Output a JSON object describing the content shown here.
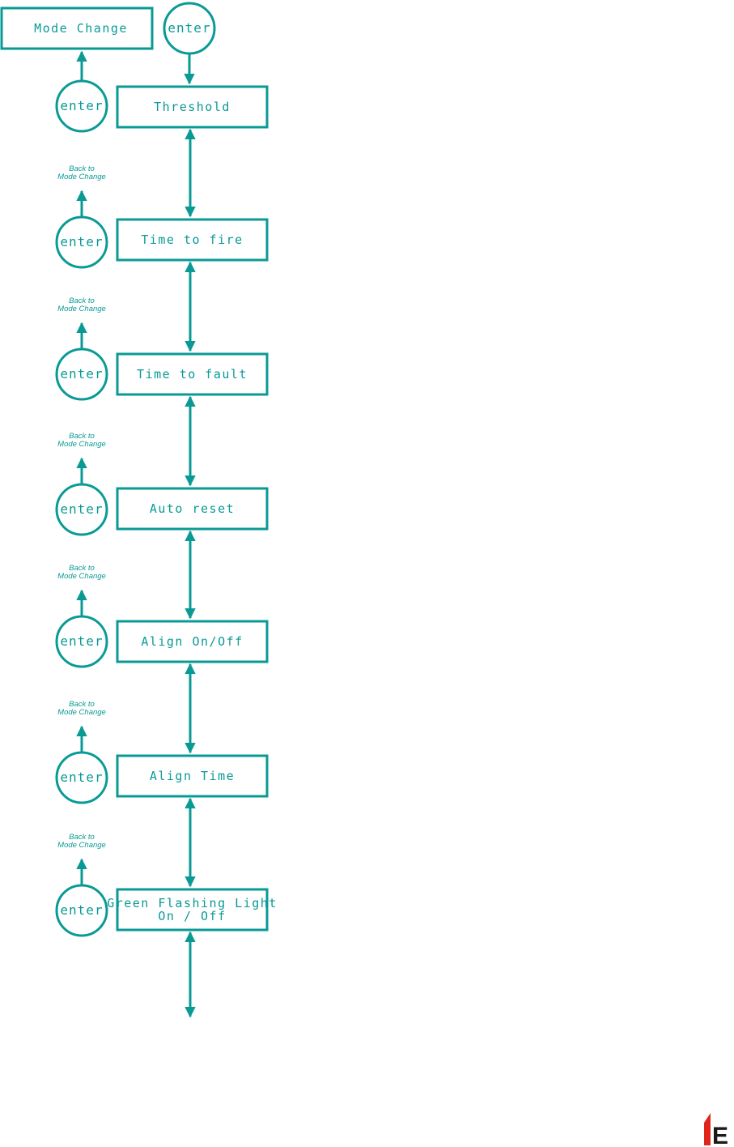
{
  "colors": {
    "accent": "#0a9a96",
    "logo_red": "#e0251b",
    "logo_dark": "#1a1a1a"
  },
  "top": {
    "mode_change_label": "Mode Change",
    "entry_enter_label": "enter"
  },
  "menu": [
    {
      "label": "Threshold",
      "enter": "enter",
      "back_line1": "",
      "back_line2": ""
    },
    {
      "label": "Time to fire",
      "enter": "enter",
      "back_line1": "Back to",
      "back_line2": "Mode Change"
    },
    {
      "label": "Time to fault",
      "enter": "enter",
      "back_line1": "Back to",
      "back_line2": "Mode Change"
    },
    {
      "label": "Auto reset",
      "enter": "enter",
      "back_line1": "Back to",
      "back_line2": "Mode Change"
    },
    {
      "label": "Align On/Off",
      "enter": "enter",
      "back_line1": "Back to",
      "back_line2": "Mode Change"
    },
    {
      "label": "Align Time",
      "enter": "enter",
      "back_line1": "Back to",
      "back_line2": "Mode Change"
    },
    {
      "label": "Green Flashing Light",
      "label_line2": "On / Off",
      "enter": "enter",
      "back_line1": "Back to",
      "back_line2": "Mode Change"
    }
  ],
  "footer": {
    "logo_letter": "E"
  }
}
